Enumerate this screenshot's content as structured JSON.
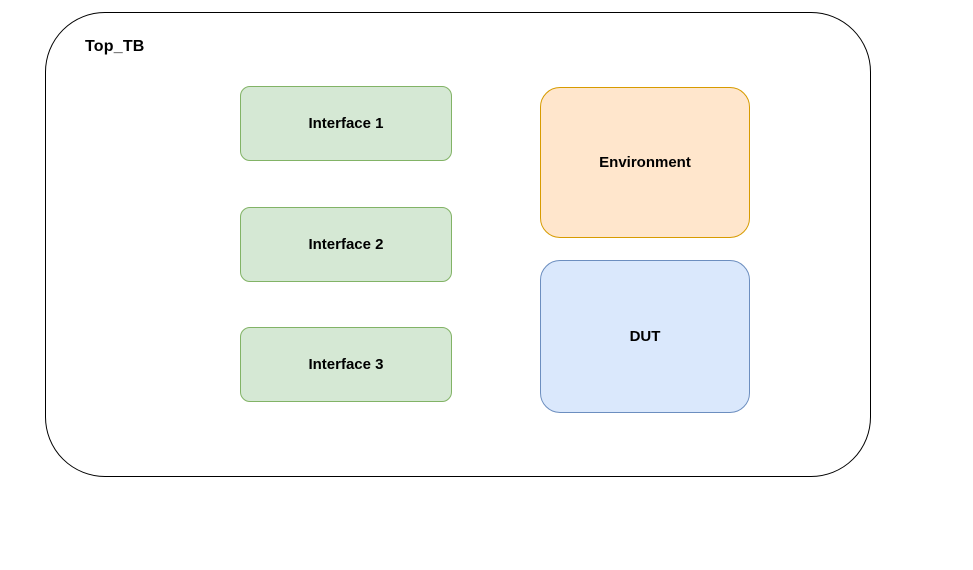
{
  "diagram": {
    "container_label": "Top_TB",
    "blocks": {
      "interface1": {
        "label": "Interface 1"
      },
      "interface2": {
        "label": "Interface 2"
      },
      "interface3": {
        "label": "Interface 3"
      },
      "environment": {
        "label": "Environment"
      },
      "dut": {
        "label": "DUT"
      }
    },
    "colors": {
      "background": "#ffffff",
      "container_border": "#000000",
      "text": "#000000",
      "interface_fill": "#d5e8d4",
      "interface_border": "#82b366",
      "environment_fill": "#ffe6cc",
      "environment_border": "#d79b00",
      "dut_fill": "#dae8fc",
      "dut_border": "#6c8ebf"
    }
  }
}
